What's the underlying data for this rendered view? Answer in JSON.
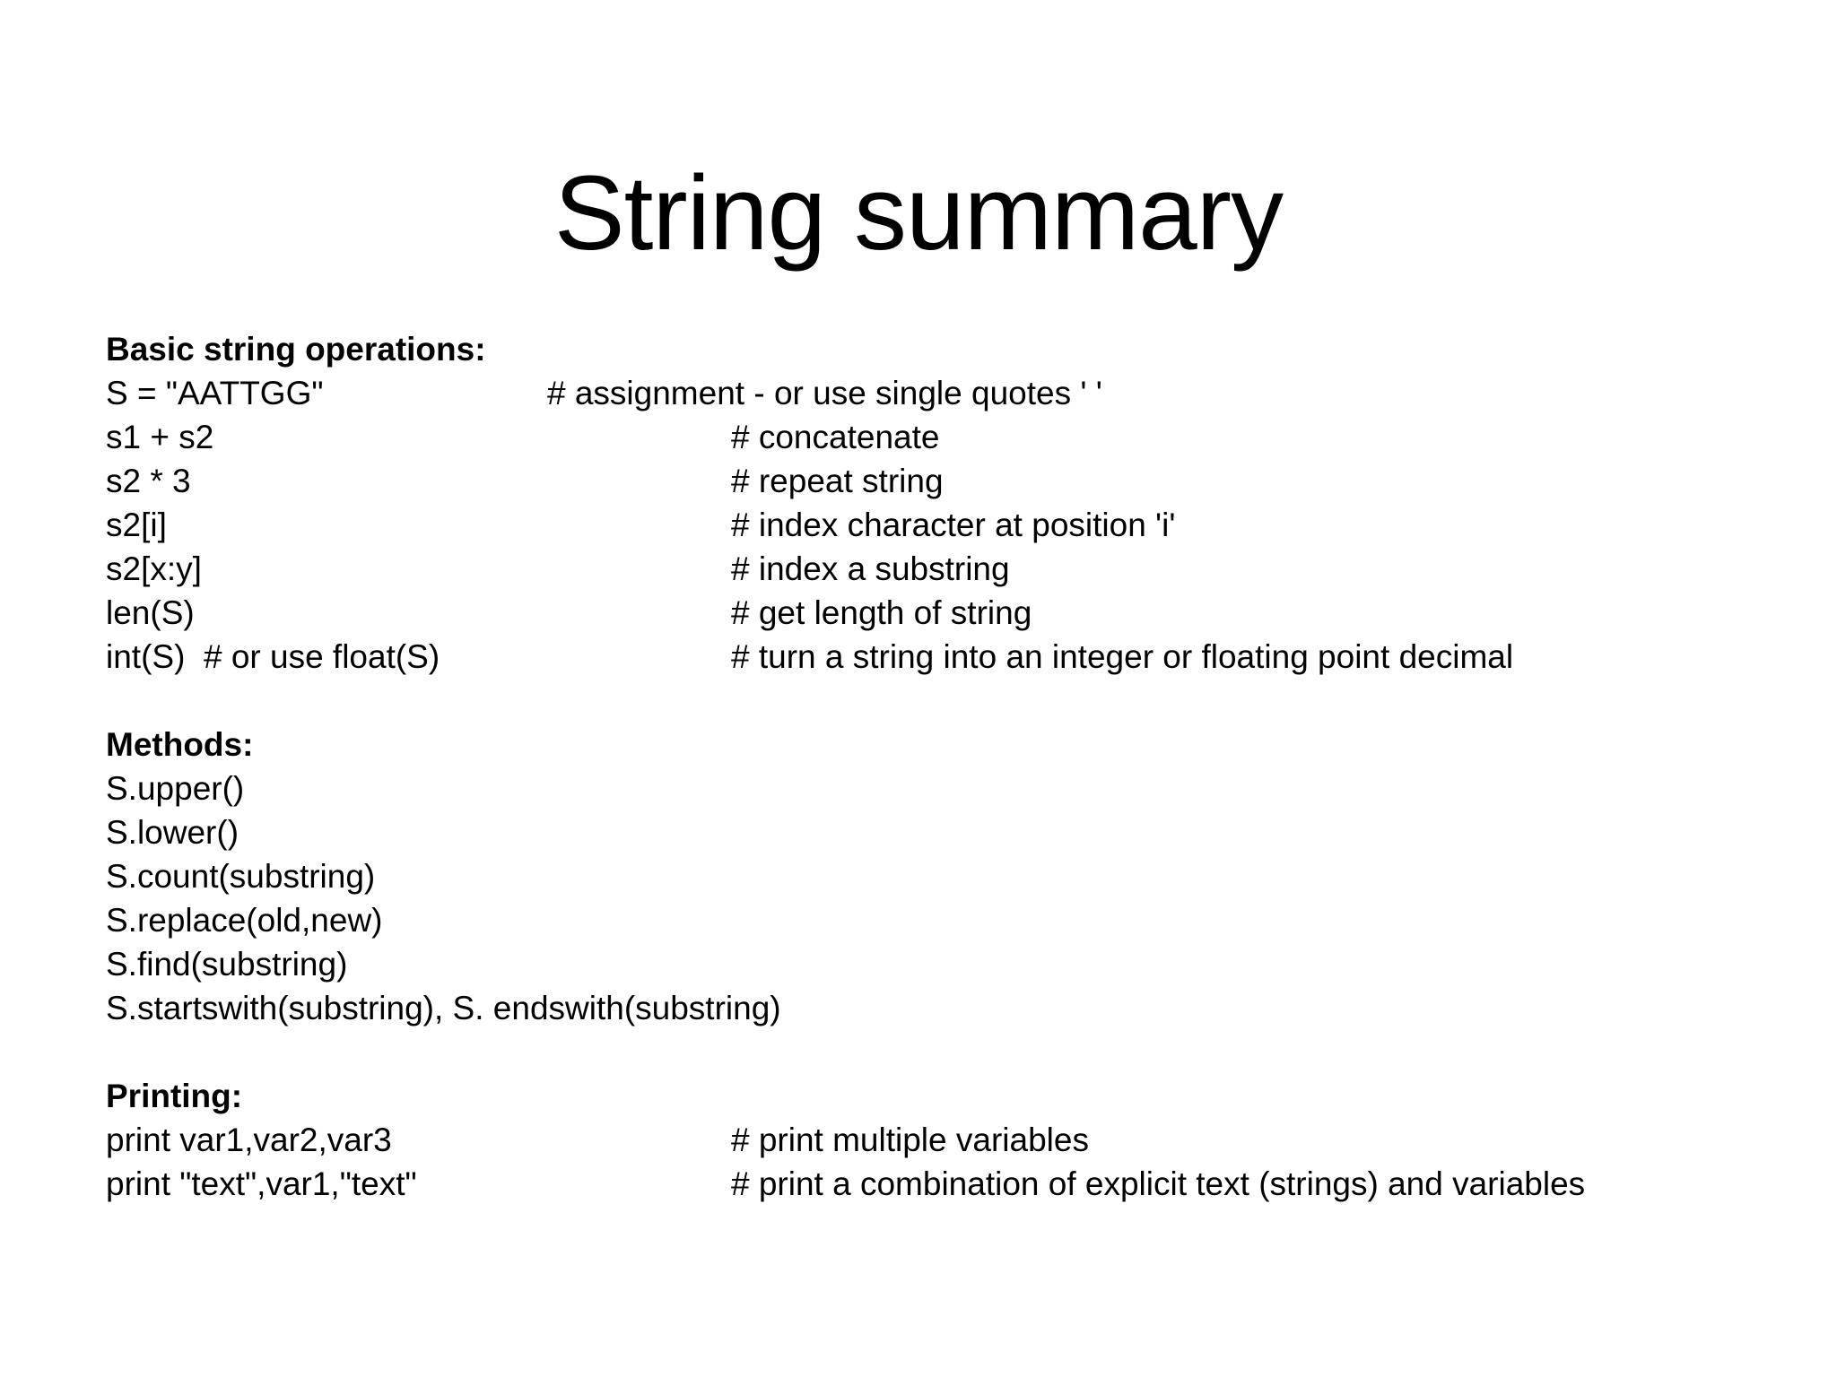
{
  "slide": {
    "title": "String summary",
    "sections": [
      {
        "id": "basic-string-operations",
        "heading": "Basic string operations:",
        "lines": [
          {
            "code": "S = \"AATTGG\"",
            "comment": "# assignment - or use single quotes ' '",
            "comment_near": true
          },
          {
            "code": "s1 + s2",
            "comment": "# concatenate",
            "comment_near": false
          },
          {
            "code": "s2 * 3",
            "comment": "# repeat string",
            "comment_near": false
          },
          {
            "code": "s2[i]",
            "comment": "# index character at position 'i'",
            "comment_near": false
          },
          {
            "code": "s2[x:y]",
            "comment": "# index a substring",
            "comment_near": false
          },
          {
            "code": "len(S)",
            "comment": "# get length of string",
            "comment_near": false
          },
          {
            "code": "int(S)  # or use float(S)",
            "comment": "# turn a string into an integer or floating point decimal",
            "comment_near": false
          }
        ]
      },
      {
        "id": "methods",
        "heading": "Methods:",
        "lines": [
          {
            "code": "S.upper()",
            "comment": "",
            "comment_near": false
          },
          {
            "code": "S.lower()",
            "comment": "",
            "comment_near": false
          },
          {
            "code": "S.count(substring)",
            "comment": "",
            "comment_near": false
          },
          {
            "code": "S.replace(old,new)",
            "comment": "",
            "comment_near": false
          },
          {
            "code": "S.find(substring)",
            "comment": "",
            "comment_near": false
          },
          {
            "code": "S.startswith(substring), S. endswith(substring)",
            "comment": "",
            "comment_near": false
          }
        ]
      },
      {
        "id": "printing",
        "heading": "Printing:",
        "lines": [
          {
            "code": "print var1,var2,var3",
            "comment": "# print multiple variables",
            "comment_near": false
          },
          {
            "code": "print \"text\",var1,\"text\"",
            "comment": "# print a combination of explicit text (strings) and variables",
            "comment_near": false
          }
        ]
      }
    ]
  },
  "colors": {
    "background": "#ffffff",
    "text": "#000000"
  }
}
